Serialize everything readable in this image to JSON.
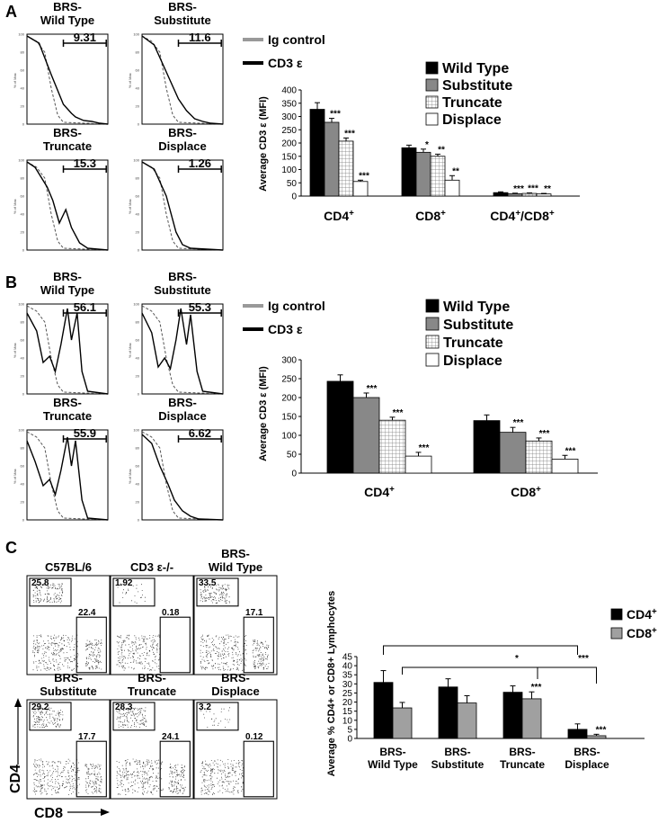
{
  "panel_A": {
    "letter": "A",
    "histograms": [
      {
        "title_line1": "BRS-",
        "title_line2": "Wild Type",
        "gate_value": "9.31"
      },
      {
        "title_line1": "BRS-",
        "title_line2": "Substitute",
        "gate_value": "11.6"
      },
      {
        "title_line1": "BRS-",
        "title_line2": "Truncate",
        "gate_value": "15.3"
      },
      {
        "title_line1": "BRS-",
        "title_line2": "Displace",
        "gate_value": "1.26"
      }
    ],
    "hist_legend": [
      "Ig control",
      "CD3 ε"
    ],
    "hist_yaxis_label": "% of Max"
  },
  "panel_B": {
    "letter": "B",
    "histograms": [
      {
        "title_line1": "BRS-",
        "title_line2": "Wild Type",
        "gate_value": "56.1"
      },
      {
        "title_line1": "BRS-",
        "title_line2": "Substitute",
        "gate_value": "55.3"
      },
      {
        "title_line1": "BRS-",
        "title_line2": "Truncate",
        "gate_value": "55.9"
      },
      {
        "title_line1": "BRS-",
        "title_line2": "Displace",
        "gate_value": "6.62"
      }
    ],
    "hist_legend": [
      "Ig control",
      "CD3 ε"
    ],
    "hist_yaxis_label": "% of Max"
  },
  "panel_C": {
    "letter": "C",
    "dots": [
      {
        "title_line1": "",
        "title_line2": "C57BL/6",
        "q_top": "25.8",
        "q_bottom": "22.4"
      },
      {
        "title_line1": "",
        "title_line2": "CD3 ε-/-",
        "q_top": "1.92",
        "q_bottom": "0.18"
      },
      {
        "title_line1": "BRS-",
        "title_line2": "Wild Type",
        "q_top": "33.5",
        "q_bottom": "17.1"
      },
      {
        "title_line1": "BRS-",
        "title_line2": "Substitute",
        "q_top": "29.2",
        "q_bottom": "17.7"
      },
      {
        "title_line1": "BRS-",
        "title_line2": "Truncate",
        "q_top": "28.3",
        "q_bottom": "24.1"
      },
      {
        "title_line1": "BRS-",
        "title_line2": "Displace",
        "q_top": "3.2",
        "q_bottom": "0.12"
      }
    ],
    "axis_y": "CD4",
    "axis_x": "CD8"
  },
  "chart_data": [
    {
      "type": "bar",
      "panel": "A",
      "ylabel": "Average CD3 ε (MFI)",
      "ylim": [
        0,
        400
      ],
      "yticks": [
        "0",
        "50",
        "100",
        "150",
        "200",
        "250",
        "300",
        "350",
        "400"
      ],
      "categories": [
        "CD4+",
        "CD8+",
        "CD4+/CD8+"
      ],
      "series": [
        {
          "name": "Wild Type",
          "values": [
            327,
            182,
            13
          ],
          "errors": [
            25,
            10,
            3
          ],
          "stars": [
            "",
            "",
            ""
          ]
        },
        {
          "name": "Substitute",
          "values": [
            278,
            165,
            9
          ],
          "errors": [
            15,
            12,
            2
          ],
          "stars": [
            "***",
            "*",
            "***"
          ]
        },
        {
          "name": "Truncate",
          "values": [
            207,
            150,
            10
          ],
          "errors": [
            12,
            8,
            2
          ],
          "stars": [
            "***",
            "**",
            "***"
          ]
        },
        {
          "name": "Displace",
          "values": [
            55,
            60,
            8
          ],
          "errors": [
            5,
            17,
            2
          ],
          "stars": [
            "***",
            "**",
            "**"
          ]
        }
      ],
      "legend_position": "top-right"
    },
    {
      "type": "bar",
      "panel": "B",
      "ylabel": "Average CD3 ε (MFI)",
      "ylim": [
        0,
        300
      ],
      "yticks": [
        "0",
        "50",
        "100",
        "150",
        "200",
        "250",
        "300"
      ],
      "categories": [
        "CD4+",
        "CD8+"
      ],
      "series": [
        {
          "name": "Wild Type",
          "values": [
            243,
            139
          ],
          "errors": [
            17,
            15
          ],
          "stars": [
            "",
            ""
          ]
        },
        {
          "name": "Substitute",
          "values": [
            200,
            108
          ],
          "errors": [
            12,
            13
          ],
          "stars": [
            "***",
            "***"
          ]
        },
        {
          "name": "Truncate",
          "values": [
            140,
            85
          ],
          "errors": [
            8,
            8
          ],
          "stars": [
            "***",
            "***"
          ]
        },
        {
          "name": "Displace",
          "values": [
            45,
            37
          ],
          "errors": [
            10,
            10
          ],
          "stars": [
            "***",
            "***"
          ]
        }
      ],
      "legend_position": "top-right"
    },
    {
      "type": "bar",
      "panel": "C",
      "ylabel": "Average % CD4+ or CD8+ Lymphocytes",
      "ylim": [
        0,
        45
      ],
      "yticks": [
        "0",
        "5",
        "10",
        "15",
        "20",
        "25",
        "30",
        "35",
        "40",
        "45"
      ],
      "categories": [
        "BRS-\nWild Type",
        "BRS-\nSubstitute",
        "BRS-\nTruncate",
        "BRS-\nDisplace"
      ],
      "series": [
        {
          "name": "CD4+",
          "values": [
            30.8,
            28.3,
            25.4,
            5.0
          ],
          "errors": [
            6.5,
            4.5,
            3.5,
            3.0
          ],
          "stars": [
            "",
            "",
            "",
            ""
          ]
        },
        {
          "name": "CD8+",
          "values": [
            16.8,
            19.5,
            21.8,
            1.5
          ],
          "errors": [
            3.0,
            4.0,
            3.8,
            0.8
          ],
          "stars": [
            "",
            "",
            "***",
            "***"
          ]
        }
      ],
      "brackets": [
        {
          "label_mid": "*",
          "label_end": "***"
        },
        {
          "label_mid": "***",
          "label_end": "***"
        }
      ],
      "legend_position": "top-right"
    }
  ],
  "colors": {
    "wild_type": "#000000",
    "substitute": "#8a8a8a",
    "truncate_A": "#ffffff",
    "truncate_B": "#c8c8c8",
    "displace": "#ffffff",
    "ig_control": "#999999",
    "cd3": "#000000",
    "cd4": "#000000",
    "cd8": "#a0a0a0"
  }
}
